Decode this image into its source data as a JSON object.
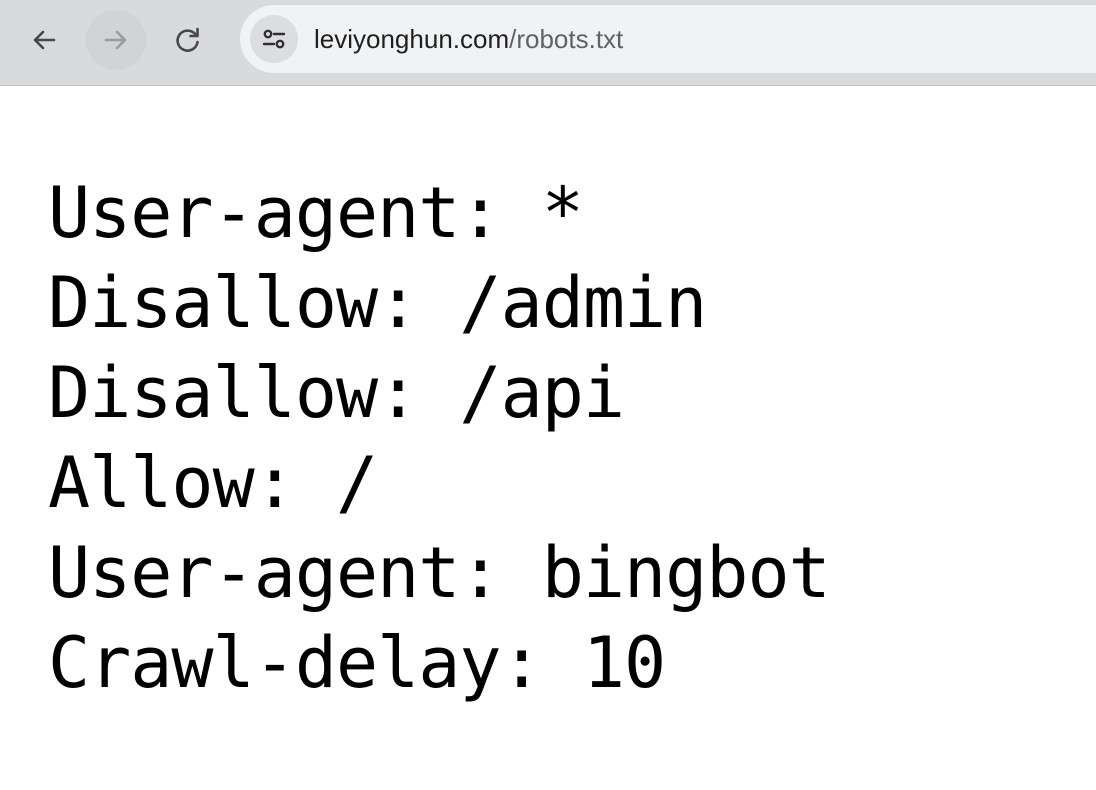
{
  "browser": {
    "url_domain": "leviyonghun.com",
    "url_path": "/robots.txt",
    "icons": {
      "back": "arrow-left-icon",
      "forward": "arrow-right-icon",
      "reload": "reload-icon",
      "site_info": "tune-icon"
    }
  },
  "document": {
    "lines": [
      "User-agent: *",
      "Disallow: /admin",
      "Disallow: /api",
      "Allow: /",
      "User-agent: bingbot",
      "Crawl-delay: 10"
    ]
  }
}
